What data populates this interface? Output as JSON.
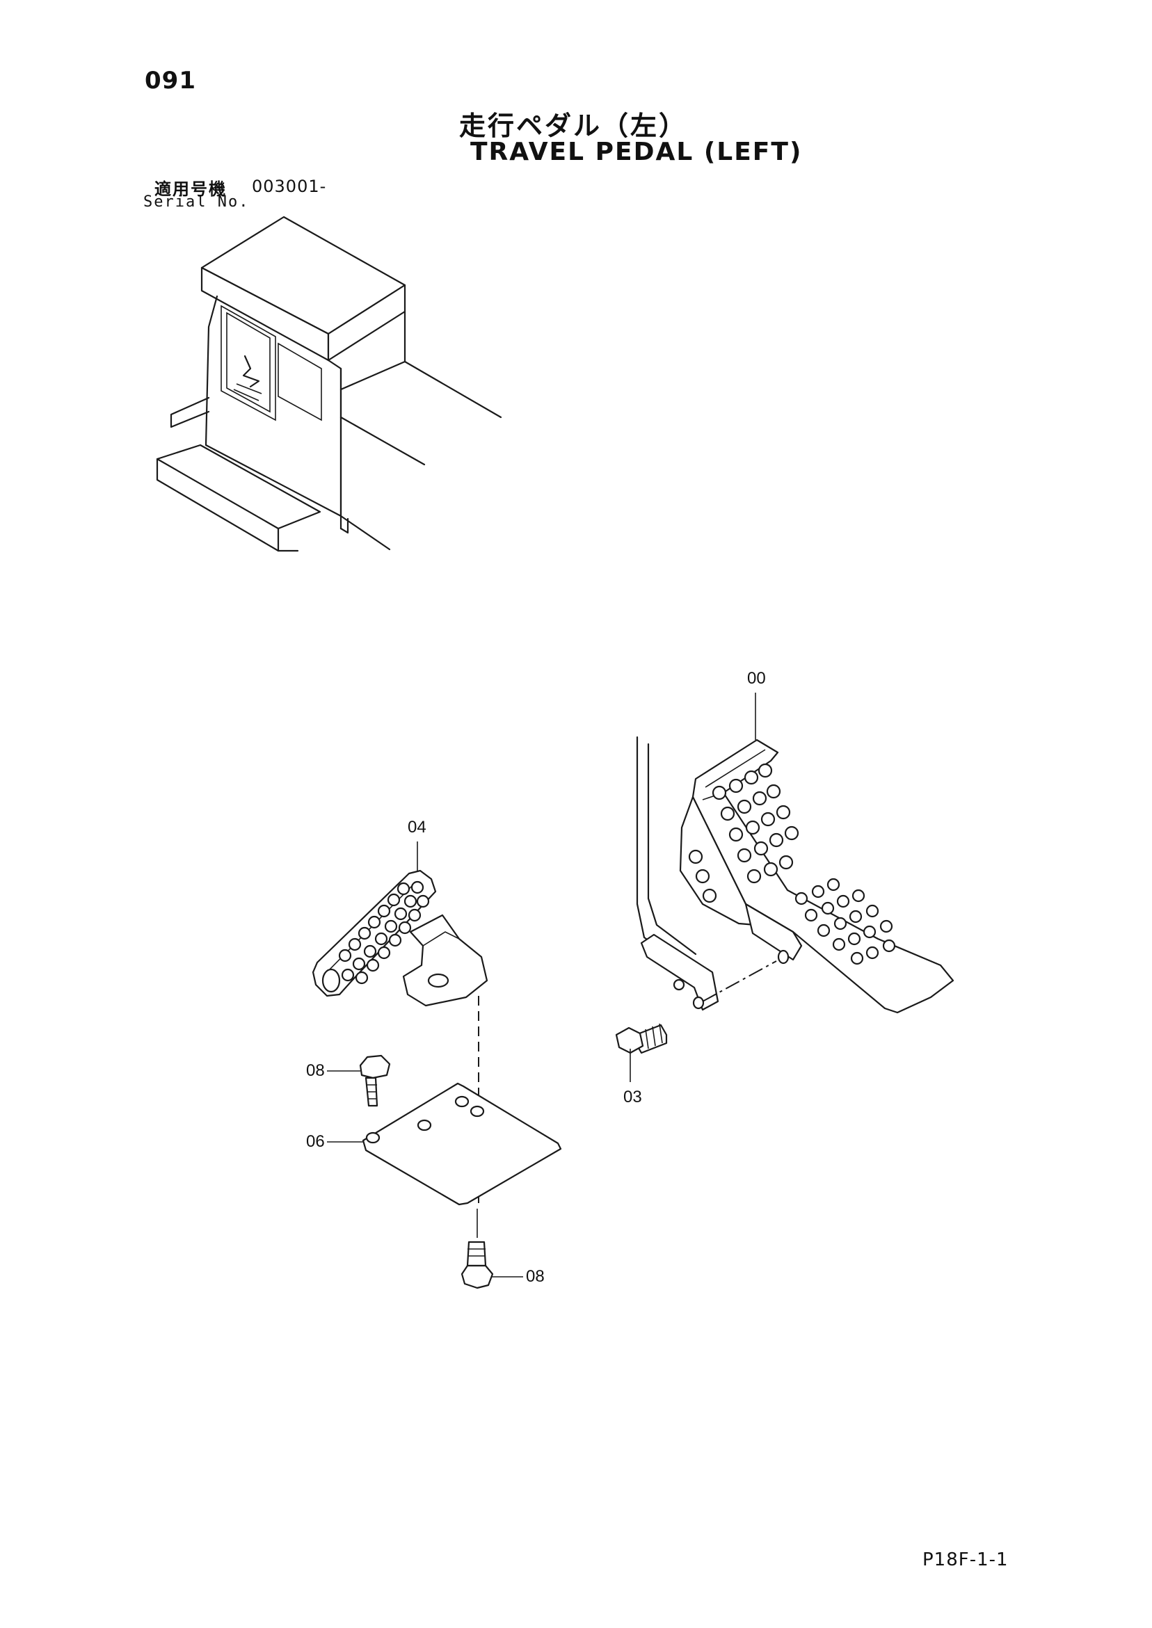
{
  "page": {
    "number": "091",
    "title_jp": "走行ペダル（左）",
    "title_en": "TRAVEL PEDAL (LEFT)",
    "serial_label_jp": "適用号機",
    "serial_value": "003001-",
    "serial_label_en": "Serial No.",
    "page_code": "P18F-1-1"
  },
  "callouts": {
    "c00": "00",
    "c04": "04",
    "c08a": "08",
    "c06": "06",
    "c08b": "08",
    "c03": "03"
  }
}
